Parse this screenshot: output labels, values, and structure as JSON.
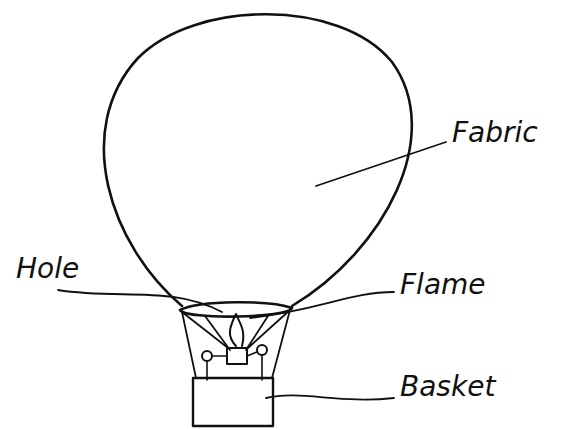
{
  "diagram": {
    "labels": [
      "Fabric",
      "Hole",
      "Flame",
      "Basket"
    ]
  }
}
